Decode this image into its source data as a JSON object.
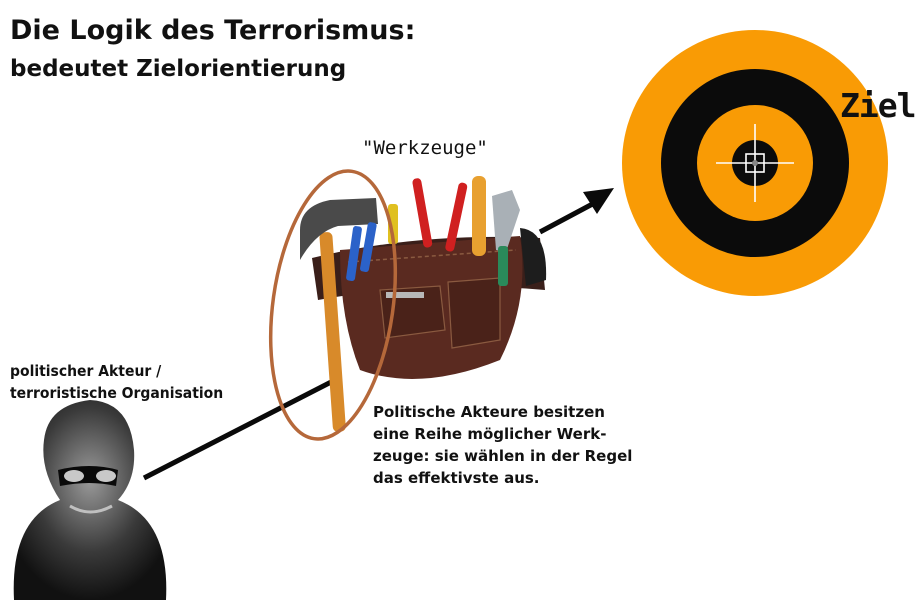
{
  "title": "Die Logik des Terrorismus:",
  "subtitle": "bedeutet Zielorientierung",
  "tools_label": "\"Werkzeuge\"",
  "goal_label": "Ziel",
  "actor": {
    "line1": "politischer Akteur /",
    "line2": "terroristische Organisation"
  },
  "description": [
    "Politische Akteure besitzen",
    "eine Reihe möglicher Werk-",
    "zeuge: sie wählen in der Regel",
    "das effektivste aus."
  ],
  "colors": {
    "target_orange": "#f99b05",
    "target_black": "#0b0b0b",
    "ellipse_brown": "#b5683a",
    "arrow": "#0a0a0a",
    "tool_belt_leather": "#5a2a20"
  },
  "icons": {
    "person": "masked-person-image",
    "tools": "tool-belt-image",
    "target": "target-icon"
  }
}
